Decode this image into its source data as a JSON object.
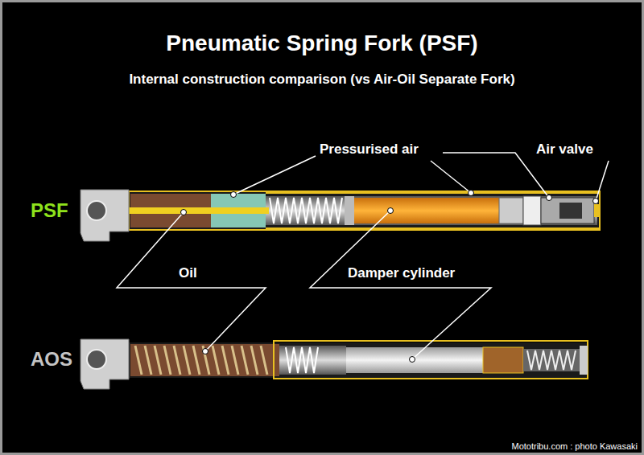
{
  "diagram": {
    "title": "Pneumatic Spring Fork (PSF)",
    "labels": [
      "Internal construction comparison (vs Air-Oil Separate Fork)",
      "Pressurised air",
      "Air valve",
      "PSF",
      "Oil",
      "Damper cylinder",
      "AOS",
      "Mototribu.com : photo Kawasaki"
    ]
  }
}
